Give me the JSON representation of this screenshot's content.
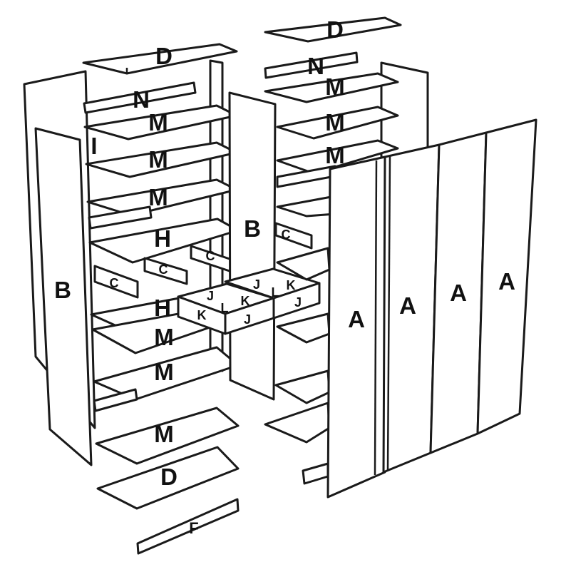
{
  "labels": {
    "door_a": "A",
    "side_b": "B",
    "bracket_c": "C",
    "top_bottom_d": "D",
    "plinth_f": "F",
    "shelf_h": "H",
    "rail_i": "I",
    "drawer_j": "J",
    "drawer_k": "K",
    "drawer_l": "L",
    "shelf_m": "M",
    "back_rail_n": "N"
  }
}
